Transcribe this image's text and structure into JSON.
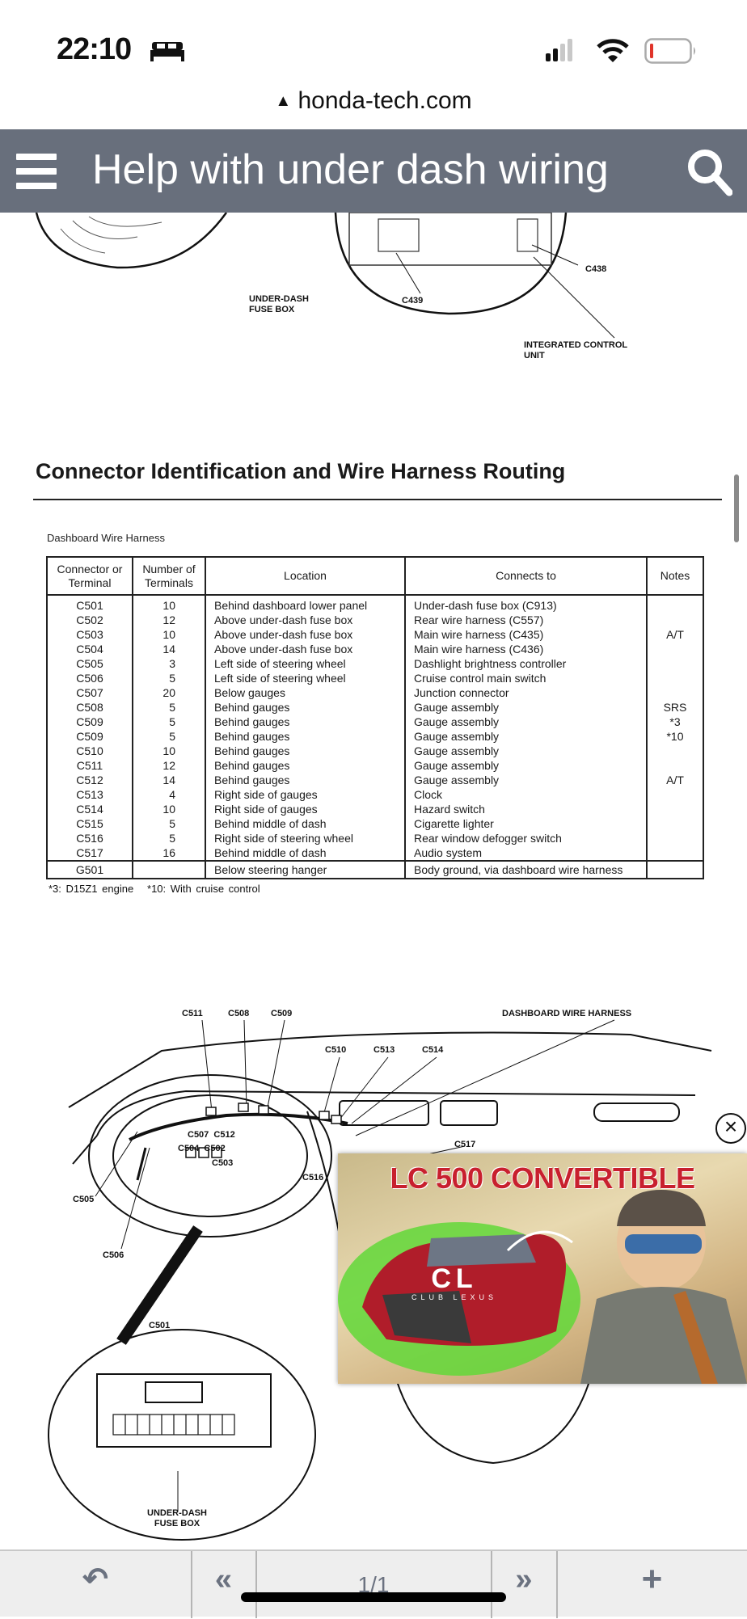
{
  "status_bar": {
    "time": "22:10",
    "sleep_icon": "bed-icon",
    "signal_icon": "cellular-signal-icon",
    "wifi_icon": "wifi-icon",
    "battery_icon": "battery-low-icon",
    "battery_color": "#e0342a"
  },
  "browser": {
    "url": "honda-tech.com",
    "lock_icon": "warning-lock-icon"
  },
  "header": {
    "title": "Help with under dash wiring",
    "menu_icon": "hamburger-menu-icon",
    "search_icon": "search-icon",
    "color": "#686f7c"
  },
  "top_diagram": {
    "labels": {
      "fuse_box": "UNDER-DASH\nFUSE BOX",
      "c439": "C439",
      "c438": "C438",
      "icu": "INTEGRATED CONTROL\nUNIT"
    }
  },
  "section": {
    "title": "Connector Identification and Wire Harness Routing",
    "subtitle": "Dashboard Wire Harness"
  },
  "table": {
    "headers": [
      "Connector or\nTerminal",
      "Number of\nTerminals",
      "Location",
      "Connects to",
      "Notes"
    ],
    "rows": [
      [
        "C501",
        "10",
        "Behind dashboard lower panel",
        "Under-dash fuse box (C913)",
        ""
      ],
      [
        "C502",
        "12",
        "Above under-dash fuse box",
        "Rear wire harness (C557)",
        ""
      ],
      [
        "C503",
        "10",
        "Above under-dash fuse box",
        "Main wire harness (C435)",
        "A/T"
      ],
      [
        "C504",
        "14",
        "Above under-dash fuse box",
        "Main wire harness (C436)",
        ""
      ],
      [
        "C505",
        "3",
        "Left side of steering wheel",
        "Dashlight brightness controller",
        ""
      ],
      [
        "C506",
        "5",
        "Left side of steering wheel",
        "Cruise control main switch",
        ""
      ],
      [
        "C507",
        "20",
        "Below gauges",
        "Junction connector",
        ""
      ],
      [
        "C508",
        "5",
        "Behind gauges",
        "Gauge assembly",
        "SRS"
      ],
      [
        "C509",
        "5",
        "Behind gauges",
        "Gauge assembly",
        "*3"
      ],
      [
        "C509",
        "5",
        "Behind gauges",
        "Gauge assembly",
        "*10"
      ],
      [
        "C510",
        "10",
        "Behind gauges",
        "Gauge assembly",
        ""
      ],
      [
        "C511",
        "12",
        "Behind gauges",
        "Gauge assembly",
        ""
      ],
      [
        "C512",
        "14",
        "Behind gauges",
        "Gauge assembly",
        "A/T"
      ],
      [
        "C513",
        "4",
        "Right side of gauges",
        "Clock",
        ""
      ],
      [
        "C514",
        "10",
        "Right side of gauges",
        "Hazard switch",
        ""
      ],
      [
        "C515",
        "5",
        "Behind middle of dash",
        "Cigarette lighter",
        ""
      ],
      [
        "C516",
        "5",
        "Right side of steering wheel",
        "Rear window defogger switch",
        ""
      ],
      [
        "C517",
        "16",
        "Behind middle of dash",
        "Audio system",
        ""
      ]
    ],
    "ground_row": [
      "G501",
      "",
      "Below steering hanger",
      "Body ground, via dashboard wire harness",
      ""
    ],
    "footnote": "*3: D15Z1 engine   *10: With cruise control"
  },
  "dash_diagram": {
    "labels": {
      "c511": "C511",
      "c508": "C508",
      "c509": "C509",
      "harness": "DASHBOARD WIRE HARNESS",
      "c510": "C510",
      "c513": "C513",
      "c514": "C514",
      "c507_c512": "C507  C512",
      "c504_c502": "C504  C502",
      "c503": "C503",
      "c516": "C516",
      "c517": "C517",
      "c505": "C505",
      "c506": "C506",
      "c501": "C501",
      "fuse_box": "UNDER-DASH\nFUSE BOX"
    }
  },
  "ad": {
    "headline": "LC 500 CONVERTIBLE",
    "brand_mark": "CL",
    "brand_name": "CLUB LEXUS",
    "close_icon": "close-circle-icon",
    "headline_color": "#c8202e"
  },
  "toolbar": {
    "back_icon": "reply-icon",
    "first_icon": "double-chevron-left-icon",
    "page": "1/1",
    "last_icon": "double-chevron-right-icon",
    "add_icon": "plus-icon",
    "icon_color": "#6b7280"
  }
}
